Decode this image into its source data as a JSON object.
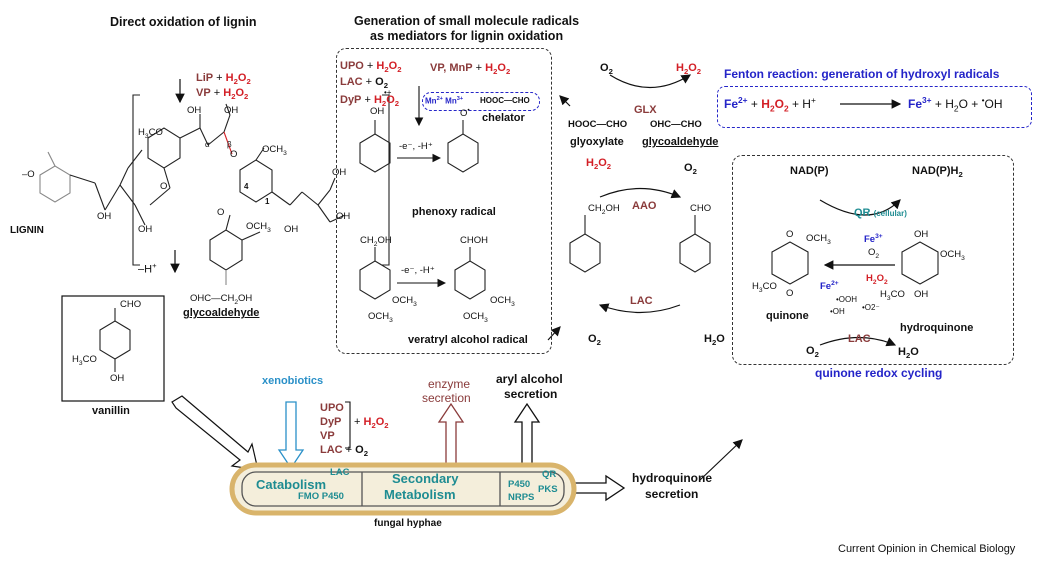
{
  "headings": {
    "direct_oxidation": "Direct oxidation of lignin",
    "small_molecule_1": "Generation of small molecule radicals",
    "small_molecule_2": "as mediators for lignin oxidation",
    "fenton": "Fenton reaction: generation of hydroxyl radicals",
    "quinone_cycling": "quinone redox cycling",
    "credit": "Current Opinion in Chemical Biology"
  },
  "lignin_panel": {
    "lip": "LiP",
    "vp": "VP",
    "lignin_label": "LIGNIN",
    "minus_h": "–H",
    "glycoaldehyde": "glycoaldehyde",
    "glycoaldehyde_formula": "OHC—CH2OH",
    "vanillin": "vanillin",
    "alpha": "α",
    "beta": "β",
    "pos4": "4",
    "pos1": "1"
  },
  "mediator_panel": {
    "upo": "UPO",
    "lac": "LAC",
    "dyp": "DyP",
    "vp_mnp": "VP, MnP",
    "mn2": "Mn2+",
    "mn3": "Mn3+",
    "chelator_formula": "HOOC—CHO",
    "chelator": "chelator",
    "electron_loss": "-e⁻, -H⁺",
    "phenoxy": "phenoxy radical",
    "veratryl": "veratryl alcohol radical"
  },
  "glx_panel": {
    "o2": "O2",
    "h2o2": "H2O2",
    "glx": "GLX",
    "glyoxylate_formula": "HOOC—CHO",
    "glyoxylate": "glyoxylate",
    "glycoaldehyde_formula": "OHC—CHO",
    "glycoaldehyde": "glycoaldehyde"
  },
  "aryl_panel": {
    "h2o2": "H2O2",
    "o2": "O2",
    "aao": "AAO",
    "lac": "LAC",
    "o2_bottom": "O2",
    "h2o": "H2O",
    "ch2oh": "CH2OH",
    "cho": "CHO"
  },
  "fenton_panel": {
    "equation_left": "Fe2+ + H2O2 + H+",
    "equation_right": "Fe3+ + H2O + •OH"
  },
  "quinone_panel": {
    "nadp": "NAD(P)",
    "nadph": "NAD(P)H2",
    "qr": "QR",
    "cellular": "(cellular)",
    "fe3": "Fe3+",
    "o2": "O2",
    "h2o2": "H2O2",
    "fe2": "Fe2+",
    "ooh": "•OOH",
    "oh": "•OH",
    "o2rad": "•O2⁻",
    "quinone": "quinone",
    "hydroquinone": "hydroquinone",
    "o2_bottom": "O2",
    "lac": "LAC",
    "h2o": "H2O"
  },
  "hypha": {
    "xenobiotics": "xenobiotics",
    "enzymes": [
      "UPO",
      "DyP",
      "VP"
    ],
    "lac_o2": "LAC + O2",
    "h2o2": "+ H2O2",
    "enzyme_secretion_1": "enzyme",
    "enzyme_secretion_2": "secretion",
    "aryl_secretion_1": "aryl alcohol",
    "aryl_secretion_2": "secretion",
    "hydroquinone_secretion_1": "hydroquinone",
    "hydroquinone_secretion_2": "secretion",
    "catabolism": "Catabolism",
    "lac": "LAC",
    "fmo_p450": "FMO P450",
    "secondary": "Secondary",
    "metabolism": "Metabolism",
    "p450": "P450",
    "qr": "QR",
    "pks": "PKS",
    "nrps": "NRPS",
    "fungal_hyphae": "fungal hyphae"
  },
  "colors": {
    "red": "#d31f26",
    "brown": "#8a3b3b",
    "teal": "#1e8c92",
    "blue": "#2424c8",
    "hypha_fill": "#f4eedb",
    "hypha_border": "#d9b46b"
  }
}
